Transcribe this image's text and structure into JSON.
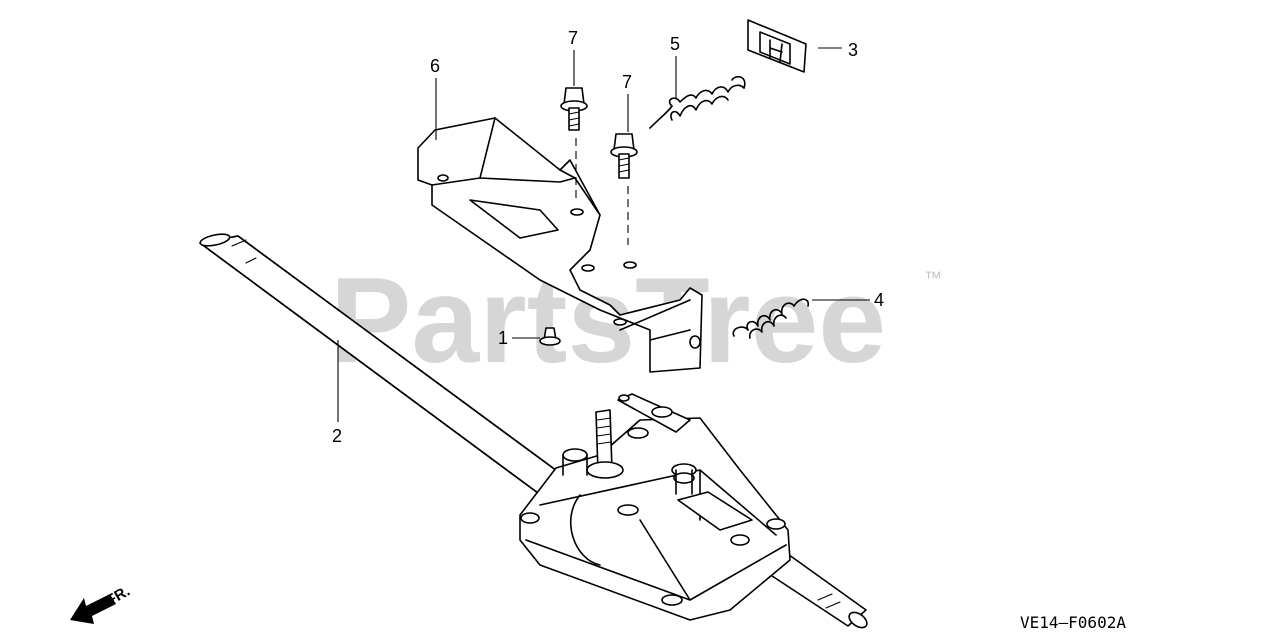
{
  "watermark": {
    "text": "PartsTree",
    "trademark": "™"
  },
  "diagram_code": "VE14—F0602A",
  "direction_label": "FR.",
  "callouts": [
    {
      "number": "1",
      "part": "push-nut"
    },
    {
      "number": "2",
      "part": "shaft"
    },
    {
      "number": "3",
      "part": "clip"
    },
    {
      "number": "4",
      "part": "return-spring"
    },
    {
      "number": "5",
      "part": "tension-spring"
    },
    {
      "number": "6",
      "part": "bracket"
    },
    {
      "number": "7",
      "part": "flange-bolt"
    },
    {
      "number": "7",
      "part": "flange-bolt"
    }
  ],
  "colors": {
    "line": "#000000",
    "watermark": "#d6d6d6",
    "background": "#ffffff"
  }
}
